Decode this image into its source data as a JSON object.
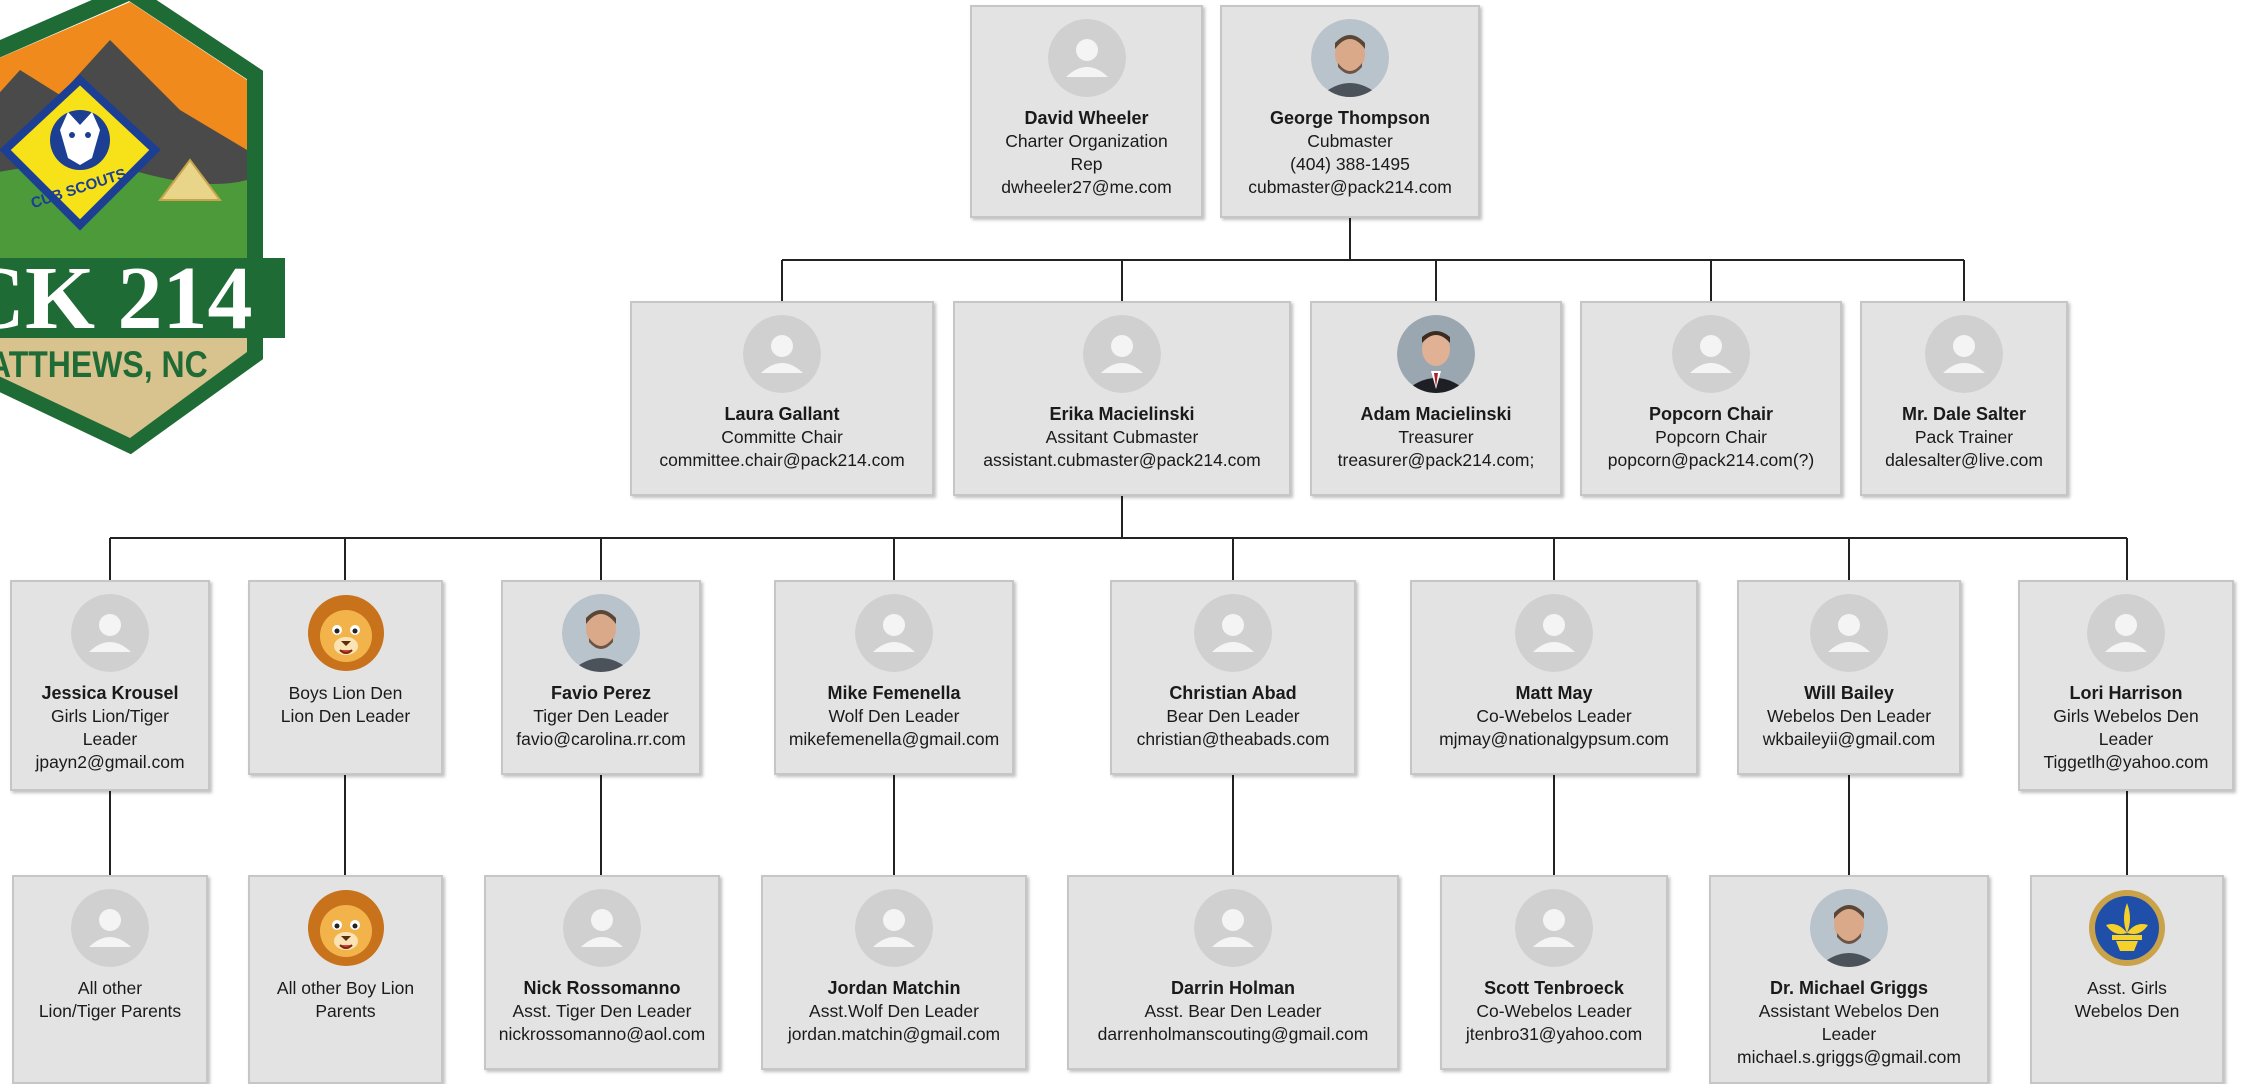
{
  "logo": {
    "line1": "CK 214",
    "line2": "ATTHEWS, NC",
    "badge_text": "CUB SCOUTS"
  },
  "colors": {
    "card_bg": "#e3e3e3",
    "card_border": "#c6c6c6",
    "connector": "#222222",
    "logo_green": "#1f6b35",
    "logo_orange": "#f08a1c",
    "logo_yellow": "#f7e21a",
    "logo_blue": "#1c3f94",
    "logo_tan": "#d8c28e"
  },
  "cards": {
    "david": {
      "avatar": "placeholder",
      "name": "David Wheeler",
      "lines": [
        "Charter Organization",
        "Rep",
        "dwheeler27@me.com"
      ]
    },
    "george": {
      "avatar": "photo-man",
      "name": "George Thompson",
      "lines": [
        "Cubmaster",
        "(404) 388-1495",
        "cubmaster@pack214.com"
      ]
    },
    "laura": {
      "avatar": "placeholder",
      "name": "Laura Gallant",
      "lines": [
        "Committe Chair",
        "committee.chair@pack214.com"
      ]
    },
    "erika": {
      "avatar": "placeholder",
      "name": "Erika Macielinski",
      "lines": [
        "Assitant Cubmaster",
        "assistant.cubmaster@pack214.com"
      ]
    },
    "adam": {
      "avatar": "photo-suit",
      "name": "Adam Macielinski",
      "lines": [
        "Treasurer",
        "treasurer@pack214.com;"
      ]
    },
    "popcorn": {
      "avatar": "placeholder",
      "name": "Popcorn Chair",
      "lines": [
        "Popcorn Chair",
        "popcorn@pack214.com(?)"
      ]
    },
    "dale": {
      "avatar": "placeholder",
      "name": "Mr. Dale Salter",
      "lines": [
        "Pack Trainer",
        "dalesalter@live.com"
      ]
    },
    "jessica": {
      "avatar": "placeholder",
      "name": "Jessica Krousel",
      "lines": [
        "Girls Lion/Tiger",
        "Leader",
        "jpayn2@gmail.com"
      ]
    },
    "boyslion": {
      "avatar": "lion",
      "name": "",
      "lines": [
        "Boys Lion Den",
        "Lion Den Leader"
      ]
    },
    "favio": {
      "avatar": "photo-man",
      "name": "Favio Perez",
      "lines": [
        "Tiger Den Leader",
        "favio@carolina.rr.com"
      ]
    },
    "mike": {
      "avatar": "placeholder",
      "name": "Mike Femenella",
      "lines": [
        "Wolf Den Leader",
        "mikefemenella@gmail.com"
      ]
    },
    "christian": {
      "avatar": "placeholder",
      "name": "Christian Abad",
      "lines": [
        "Bear Den Leader",
        "christian@theabads.com"
      ]
    },
    "matt": {
      "avatar": "placeholder",
      "name": "Matt May",
      "lines": [
        "Co-Webelos Leader",
        "mjmay@nationalgypsum.com"
      ]
    },
    "will": {
      "avatar": "placeholder",
      "name": "Will Bailey",
      "lines": [
        "Webelos Den Leader",
        "wkbaileyii@gmail.com"
      ]
    },
    "lori": {
      "avatar": "placeholder",
      "name": "Lori Harrison",
      "lines": [
        "Girls Webelos Den",
        "Leader",
        "Tiggetlh@yahoo.com"
      ]
    },
    "alllion": {
      "avatar": "placeholder",
      "name": "",
      "lines": [
        "All other",
        "Lion/Tiger Parents"
      ]
    },
    "allboylion": {
      "avatar": "lion",
      "name": "",
      "lines": [
        "All other Boy Lion",
        "Parents"
      ]
    },
    "nick": {
      "avatar": "placeholder",
      "name": "Nick Rossomanno",
      "lines": [
        "Asst. Tiger Den Leader",
        "nickrossomanno@aol.com"
      ]
    },
    "jordan": {
      "avatar": "placeholder",
      "name": "Jordan Matchin",
      "lines": [
        "Asst.Wolf Den Leader",
        "jordan.matchin@gmail.com"
      ]
    },
    "darrin": {
      "avatar": "placeholder",
      "name": "Darrin Holman",
      "lines": [
        "Asst. Bear Den Leader",
        "darrenholmanscouting@gmail.com"
      ]
    },
    "scott": {
      "avatar": "placeholder",
      "name": "Scott Tenbroeck",
      "lines": [
        "Co-Webelos Leader",
        "jtenbro31@yahoo.com"
      ]
    },
    "griggs": {
      "avatar": "photo-man",
      "name": "Dr. Michael Griggs",
      "lines": [
        "Assistant Webelos Den",
        "Leader",
        "michael.s.griggs@gmail.com"
      ]
    },
    "asstgirls": {
      "avatar": "webelos-badge",
      "name": "",
      "lines": [
        "Asst. Girls",
        "Webelos Den"
      ]
    }
  }
}
